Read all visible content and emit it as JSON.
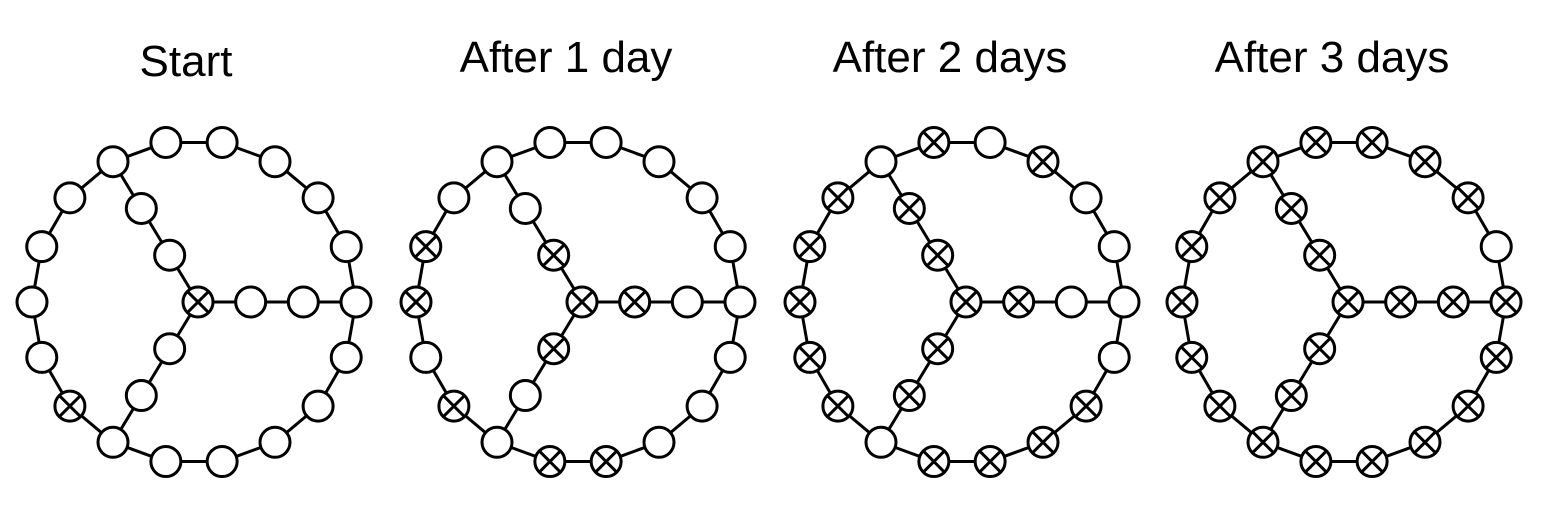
{
  "panels": [
    {
      "title": "Start",
      "infected_nodes": [
        "c0",
        "h0",
        "r6"
      ]
    },
    {
      "title": "After 1 day",
      "infected_nodes": [
        "c0",
        "h0",
        "r6",
        "r4",
        "r5",
        "r8",
        "r9",
        "s1",
        "s4",
        "s5",
        "h1"
      ]
    },
    {
      "title": "After 2 days",
      "infected_nodes": [
        "c0",
        "h0",
        "r6",
        "r4",
        "r5",
        "r8",
        "r9",
        "s1",
        "s4",
        "s5",
        "h1",
        "r2",
        "r3",
        "r7",
        "r10",
        "r11",
        "r13",
        "s2",
        "s3",
        "s6"
      ]
    },
    {
      "title": "After 3 days",
      "infected_nodes": [
        "c0",
        "h0",
        "r6",
        "r4",
        "r5",
        "r8",
        "r9",
        "s1",
        "s4",
        "s5",
        "h1",
        "r2",
        "r3",
        "r7",
        "r10",
        "r11",
        "r13",
        "s2",
        "s3",
        "s6",
        "j0",
        "j1",
        "j2",
        "r1",
        "r12",
        "r14",
        "h2"
      ]
    }
  ]
}
